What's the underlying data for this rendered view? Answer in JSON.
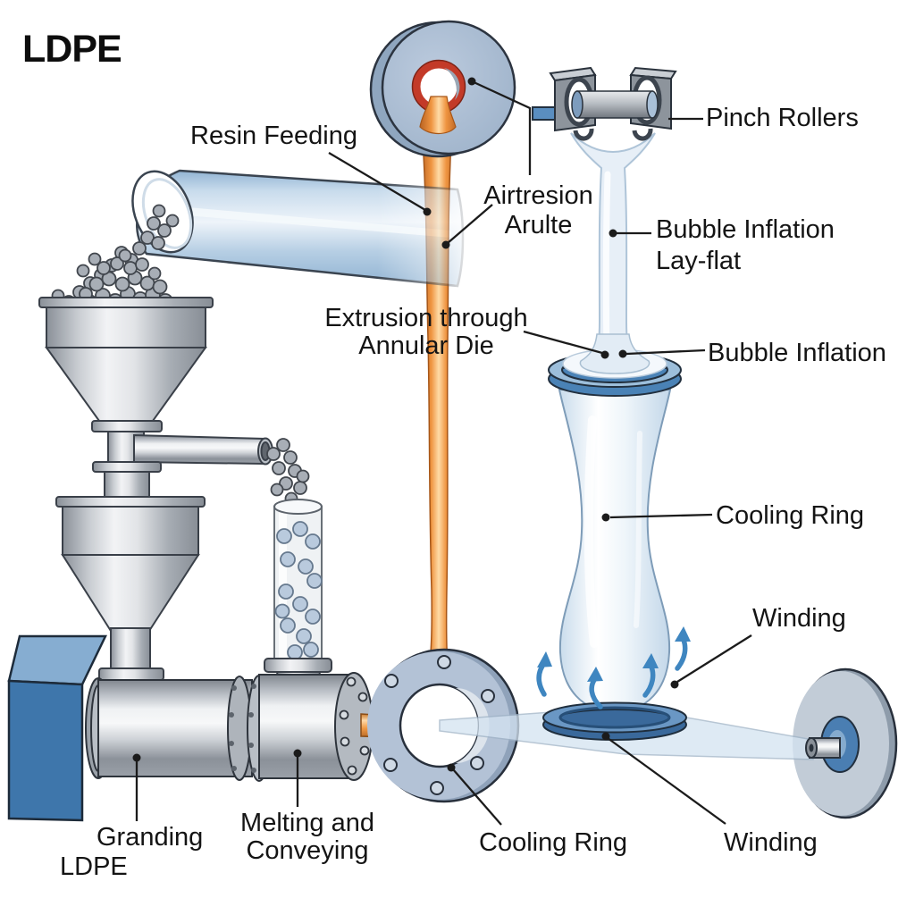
{
  "title": "LDPE",
  "labels": {
    "resin_feeding": "Resin Feeding",
    "air_ring": {
      "line1": "Airtresion",
      "line2": "Arulte"
    },
    "pinch_rollers": "Pinch Rollers",
    "bubble_layflat": {
      "line1": "Bubble Inflation",
      "line2": "Lay-flat"
    },
    "extrusion": {
      "line1": "Extrusion through",
      "line2": "Annular Die"
    },
    "bubble_inflation": "Bubble Inflation",
    "cooling_ring_right": "Cooling Ring",
    "winding_right": "Winding",
    "granding": {
      "line1": "Granding",
      "line2": "LDPE"
    },
    "melting": {
      "line1": "Melting and",
      "line2": "Conveying"
    },
    "cooling_ring_bottom": "Cooling Ring",
    "winding_bottom": "Winding"
  },
  "colors": {
    "melt_orange": "#ef9440",
    "ring_blue": "#4a82b6",
    "film_blue": "#dbe8f4",
    "metal_gray": "#c3c8cd",
    "arrow_blue": "#3f87c2",
    "die_red": "#c33a28",
    "gearbox_blue": "#3e76ab",
    "label_text": "#141414"
  }
}
